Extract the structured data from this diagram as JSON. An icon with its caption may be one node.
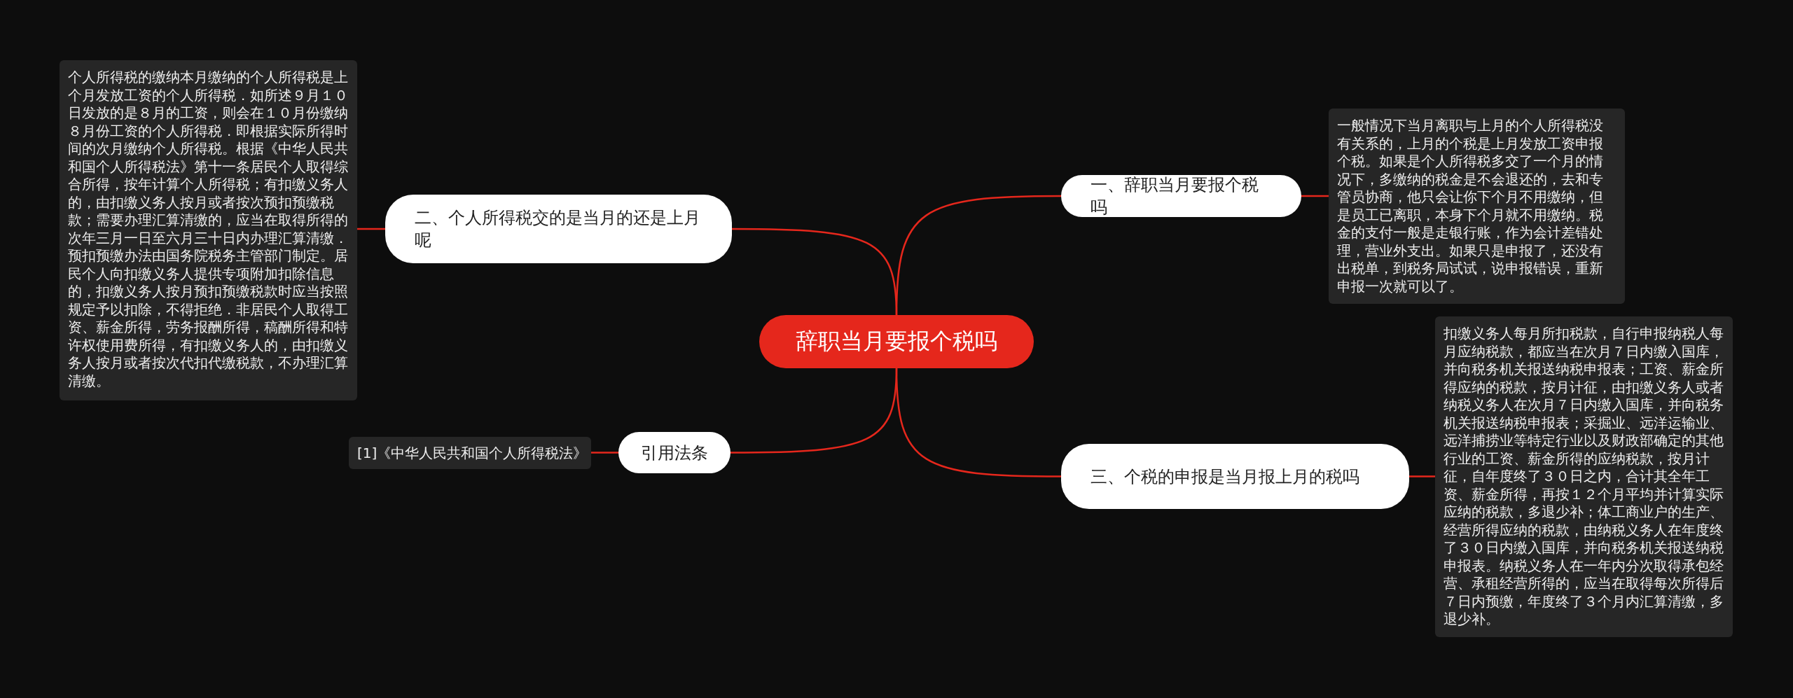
{
  "diagram": {
    "nodes": [
      {
        "text": [
          "辞职当月要报个税吗"
        ]
      },
      {
        "text": [
          "一、辞职当月要报个税吗"
        ]
      },
      {
        "text": [
          "一般情况下当月离职与上月的个人所得税没有关系的，上月的个税是上月发放工资申报个税。如果是个人所得税多交了一个月的情况下，多缴纳的税金是不会退还的，去和专管员协商，他只会让你下个月不用缴纳，但是员工已离职，本身下个月就不用缴纳。税金的支付一般是走银行账，作为会计差错处理，营业外支出。如果只是申报了，还没有出税单，到税务局试试，说申报错误，重新申报一次就可以了。"
        ]
      },
      {
        "text": [
          "二、个人所得税交的是当月的还是上月呢"
        ]
      },
      {
        "text": [
          "个人所得税的缴纳本月缴纳的个人所得税是上个月发放工资的个人所得税．如所述９月１０日发放的是８月的工资，则会在１０月份缴纳８月份工资的个人所得税．即根据实际所得时间的次月缴纳个人所得税。根据《中华人民共和国个人所得税法》第十一条居民个人取得综合所得，按年计算个人所得税；有扣缴义务人的，由扣缴义务人按月或者按次预扣预缴税款；需要办理汇算清缴的，应当在取得所得的次年三月一日至六月三十日内办理汇算清缴．预扣预缴办法由国务院税务主管部门制定。居民个人向扣缴义务人提供专项附加扣除信息的，扣缴义务人按月预扣预缴税款时应当按照规定予以扣除，不得拒绝．非居民个人取得工资、薪金所得，劳务报酬所得，稿酬所得和特许权使用费所得，有扣缴义务人的，由扣缴义务人按月或者按次代扣代缴税款，不办理汇算清缴。"
        ]
      },
      {
        "text": [
          "三、个税的申报是当月报上月的税吗"
        ]
      },
      {
        "text": [
          "扣缴义务人每月所扣税款，自行申报纳税人每月应纳税款，都应当在次月７日内缴入国库，并向税务机关报送纳税申报表；工资、薪金所得应纳的税款，按月计征，由扣缴义务人或者纳税义务人在次月７日内缴入国库，并向税务机关报送纳税申报表；采掘业、远洋运输业、远洋捕捞业等特定行业以及财政部确定的其他行业的工资、薪金所得的应纳税款，按月计征，自年度终了３０日之内，合计其全年工资、薪金所得，再按１２个月平均并计算实际应纳的税款，多退少补；体工商业户的生产、经营所得应纳的税款，由纳税义务人在年度终了３０日内缴入国库，并向税务机关报送纳税申报表。纳税义务人在一年内分次取得承包经营、承租经营所得的，应当在取得每次所得后７日内预缴，年度终了３个月内汇算清缴，多退少补。"
        ]
      },
      {
        "text": [
          "引用法条"
        ]
      },
      {
        "text": [
          "[1]《中华人民共和国个人所得税法》"
        ]
      }
    ],
    "edges": [
      {
        "from": 0,
        "to": 1,
        "arrow": "none"
      },
      {
        "from": 1,
        "to": 2,
        "arrow": "none"
      },
      {
        "from": 0,
        "to": 3,
        "arrow": "none"
      },
      {
        "from": 3,
        "to": 4,
        "arrow": "none"
      },
      {
        "from": 0,
        "to": 5,
        "arrow": "none"
      },
      {
        "from": 5,
        "to": 6,
        "arrow": "none"
      },
      {
        "from": 0,
        "to": 7,
        "arrow": "none"
      },
      {
        "from": 7,
        "to": 8,
        "arrow": "none"
      }
    ]
  }
}
